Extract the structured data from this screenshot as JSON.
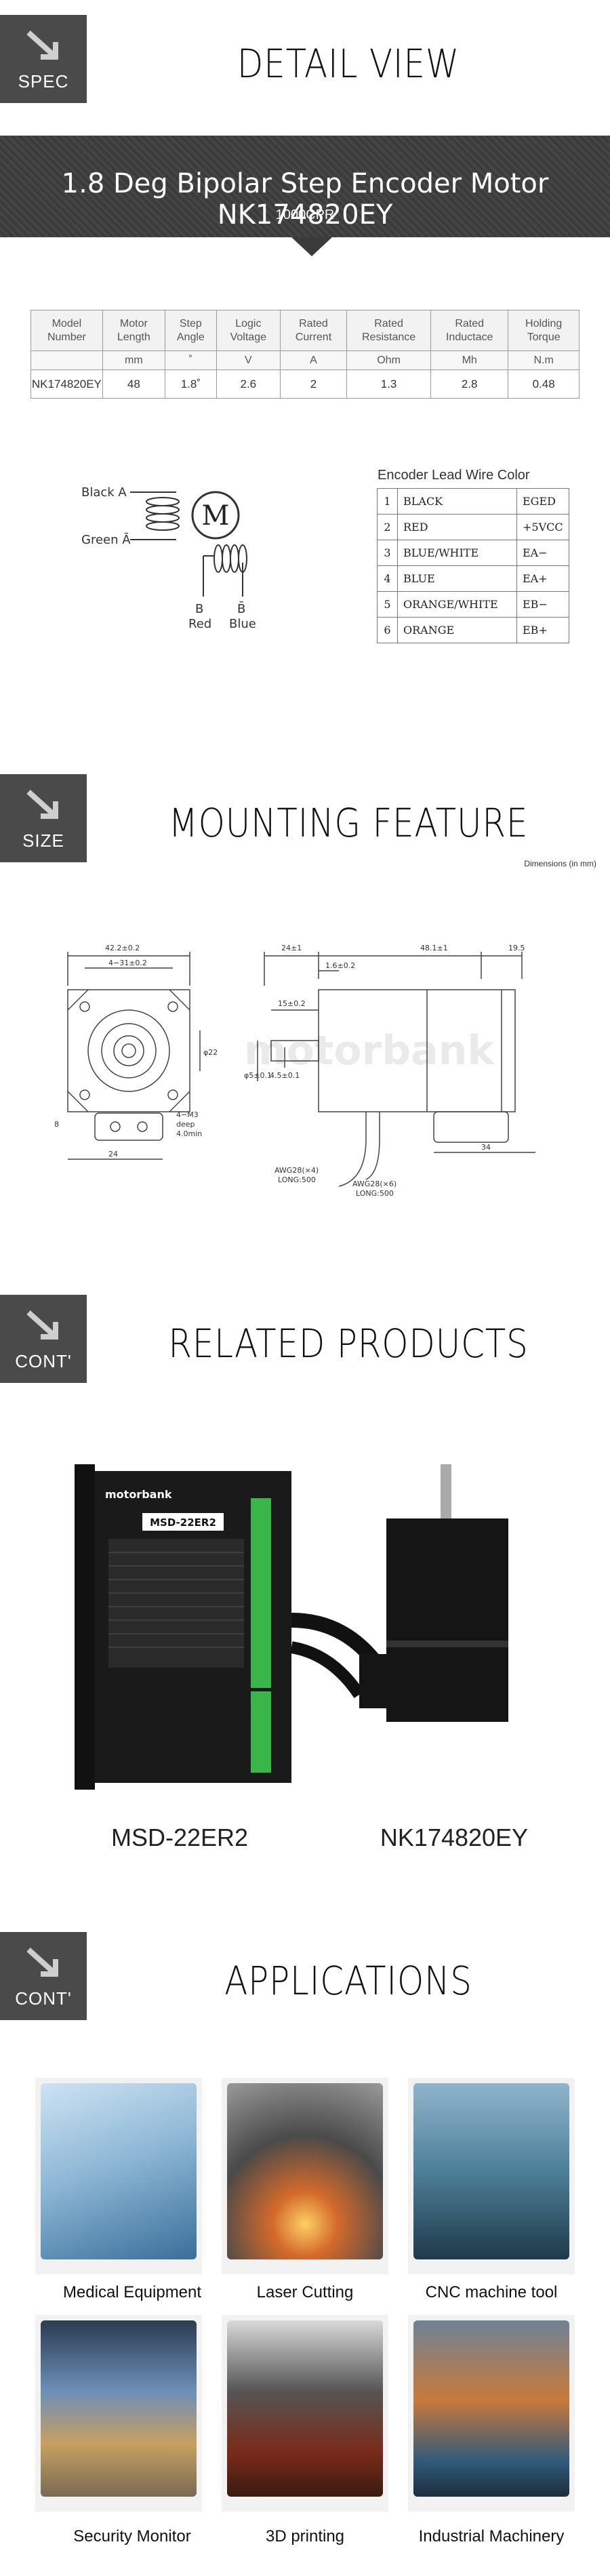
{
  "sections": {
    "spec": {
      "badge": "SPEC",
      "title": "DETAIL VIEW"
    },
    "size": {
      "badge": "SIZE",
      "title": "MOUNTING FEATURE"
    },
    "related": {
      "badge": "CONT'",
      "title": "RELATED PRODUCTS"
    },
    "apps": {
      "badge": "CONT'",
      "title": "APPLICATIONS"
    }
  },
  "banner": {
    "title": "1.8 Deg Bipolar Step Encoder Motor NK174820EY",
    "subtitle": "1000CPR"
  },
  "spec_table": {
    "headers": [
      "Model Number",
      "Motor Length",
      "Step Angle",
      "Logic Voltage",
      "Rated Current",
      "Rated Resistance",
      "Rated Inductace",
      "Holding Torque"
    ],
    "units": [
      "",
      "mm",
      "˚",
      "V",
      "A",
      "Ohm",
      "Mh",
      "N.m"
    ],
    "rows": [
      [
        "NK174820EY",
        "48",
        "1.8˚",
        "2.6",
        "2",
        "1.3",
        "2.8",
        "0.48"
      ]
    ]
  },
  "wiring": {
    "black_a": "Black  A",
    "green_a": "Green  Ā",
    "motor": "M",
    "red_b": "B",
    "red": "Red",
    "blue_b": "B̄",
    "blue": "Blue"
  },
  "encoder": {
    "title": "Encoder Lead Wire Color",
    "rows": [
      [
        "1",
        "BLACK",
        "EGED"
      ],
      [
        "2",
        "RED",
        "+5VCC"
      ],
      [
        "3",
        "BLUE/WHITE",
        "EA−"
      ],
      [
        "4",
        "BLUE",
        "EA+"
      ],
      [
        "5",
        "ORANGE/WHITE",
        "EB−"
      ],
      [
        "6",
        "ORANGE",
        "EB+"
      ]
    ]
  },
  "dims_note": "Dimensions (in mm)",
  "drawing": {
    "d1": "42.2±0.2",
    "d2": "4−31±0.2",
    "d3": "φ22",
    "d4": "4−M3",
    "d5": "deep",
    "d6": "4.0min",
    "d7": "24",
    "d8": "8",
    "d9": "24±1",
    "d10": "1.6±0.2",
    "d11": "48.1±1",
    "d12": "19.5",
    "d13": "15±0.2",
    "d14": "φ5±0.1",
    "d15": "4.5±0.1",
    "d16": "34",
    "d17": "AWG28(×4)",
    "d18": "LONG:500",
    "d19": "AWG28(×6)",
    "d20": "LONG:500",
    "watermark": "motorbank"
  },
  "products": {
    "left": "MSD-22ER2",
    "right": "NK174820EY",
    "driver_name": "MSD-22ER2",
    "driver_brand": "motorbank"
  },
  "applications": [
    "Medical Equipment",
    "Laser Cutting",
    "CNC machine tool",
    "Security Monitor",
    "3D printing",
    "Industrial Machinery"
  ],
  "colors": {
    "badge": "#4a4a4a",
    "banner": "#3b3b3b",
    "terminal_green": "#39b54a"
  }
}
